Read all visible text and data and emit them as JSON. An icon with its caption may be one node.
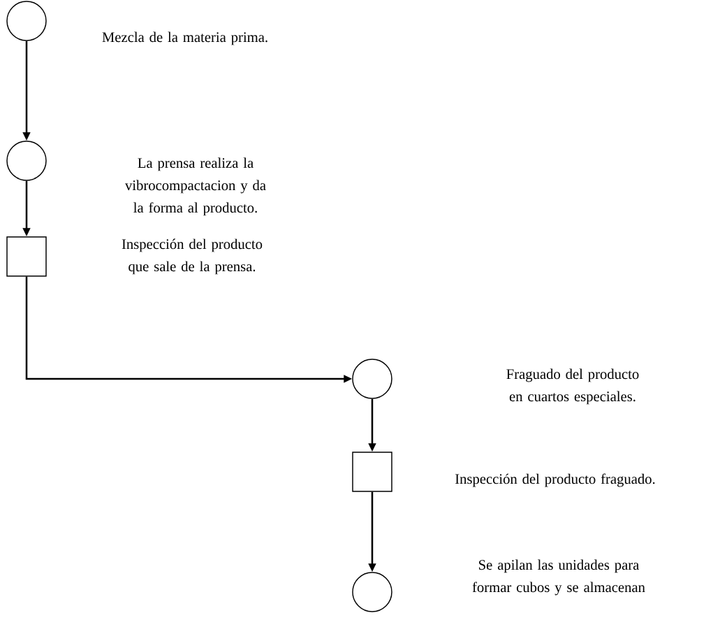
{
  "diagram": {
    "nodes": [
      {
        "text": [],
        "shape": "circle"
      },
      {
        "text": [],
        "shape": "circle"
      },
      {
        "text": [],
        "shape": "box"
      },
      {
        "text": [],
        "shape": "circle"
      },
      {
        "text": [],
        "shape": "box"
      },
      {
        "text": [],
        "shape": "circle"
      }
    ],
    "edges": [
      {
        "from": 0,
        "to": 1,
        "arrow": "to"
      },
      {
        "from": 1,
        "to": 2,
        "arrow": "to"
      },
      {
        "from": 2,
        "to": 3,
        "arrow": "to"
      },
      {
        "from": 3,
        "to": 4,
        "arrow": "to"
      },
      {
        "from": 4,
        "to": 5,
        "arrow": "to"
      }
    ],
    "labels": [
      "Mezcla de la materia prima.",
      "La prensa realiza la vibrocompactacion y da la forma al producto.",
      "Inspección del producto que sale de la prensa.",
      "Fraguado del producto en cuartos especiales.",
      "Inspección del producto fraguado.",
      "Se apilan las unidades para formar cubos y se almacenan"
    ]
  }
}
